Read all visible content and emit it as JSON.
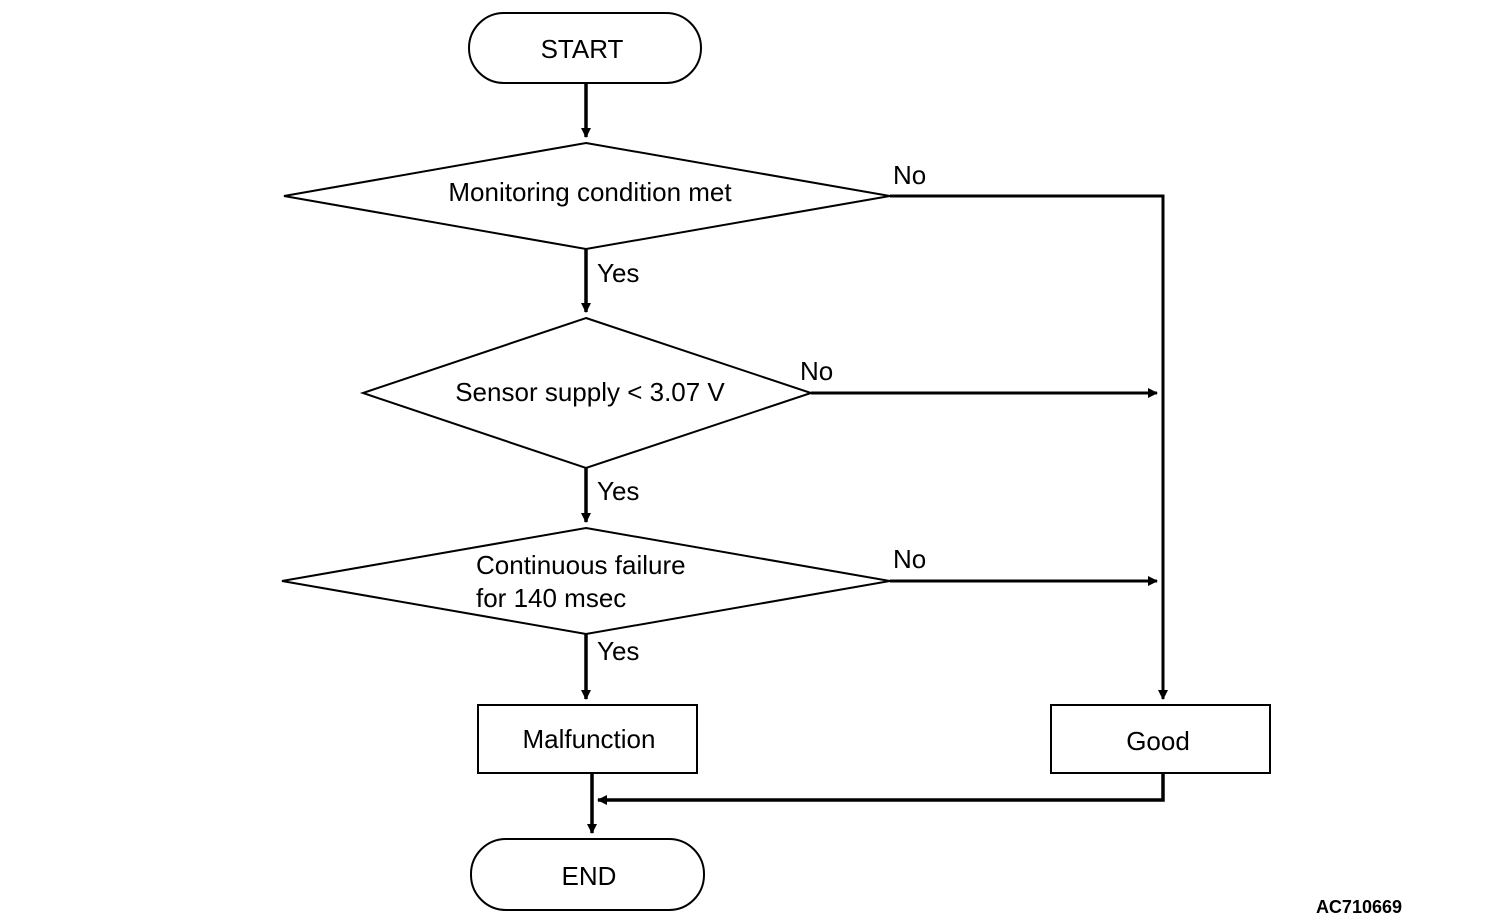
{
  "nodes": {
    "start": "START",
    "decision_monitoring": "Monitoring condition met",
    "decision_supply": "Sensor supply < 3.07 V",
    "decision_continuous_line1": "Continuous failure",
    "decision_continuous_line2": "for 140 msec",
    "malfunction": "Malfunction",
    "good": "Good",
    "end": "END"
  },
  "branches": {
    "monitoring_yes": "Yes",
    "monitoring_no": "No",
    "supply_yes": "Yes",
    "supply_no": "No",
    "continuous_yes": "Yes",
    "continuous_no": "No"
  },
  "figure_id": "AC710669",
  "colors": {
    "line": "#000000",
    "background": "#ffffff"
  }
}
